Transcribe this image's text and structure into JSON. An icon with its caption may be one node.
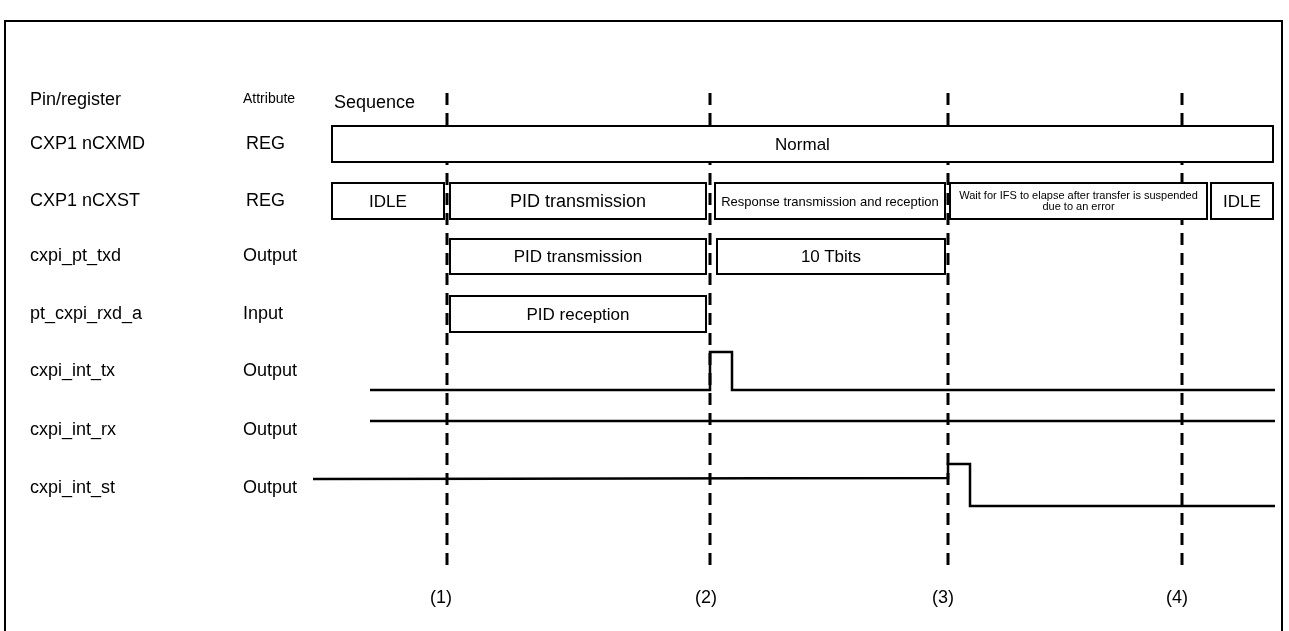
{
  "diagram": {
    "nodes": [
      {
        "text": [
          "Normal"
        ]
      },
      {
        "text": [
          "IDLE"
        ]
      },
      {
        "text": [
          "PID transmission"
        ]
      },
      {
        "text": [
          "Response transmission and reception"
        ]
      },
      {
        "text": [
          "Wait for IFS to elapse after transfer is suspended due to an error"
        ]
      },
      {
        "text": [
          "IDLE"
        ]
      },
      {
        "text": [
          "PID transmission"
        ]
      },
      {
        "text": [
          "10 Tbits"
        ]
      },
      {
        "text": [
          "PID reception"
        ]
      }
    ],
    "labels": [
      "Pin/register",
      "Attribute",
      "Sequence",
      "CXP1 nCXMD",
      "REG",
      "CXP1 nCXST",
      "REG",
      "cxpi_pt_txd",
      "Output",
      "pt_cxpi_rxd_a",
      "Input",
      "cxpi_int_tx",
      "Output",
      "cxpi_int_rx",
      "Output",
      "cxpi_int_st",
      "Output",
      "(1)",
      "(2)",
      "(3)",
      "(4)"
    ]
  }
}
